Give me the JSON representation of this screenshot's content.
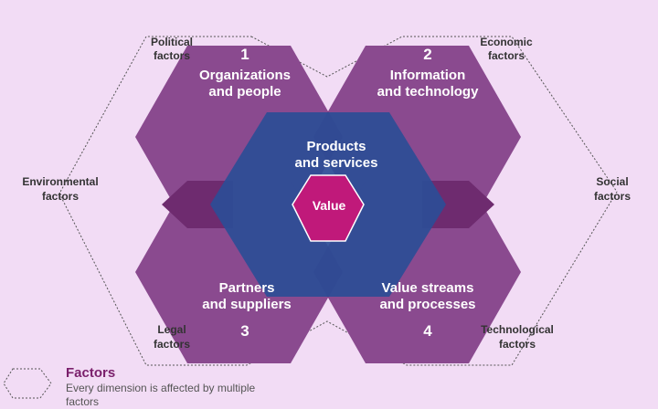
{
  "colors": {
    "background": "#f2dcf5",
    "hex_fill": "#8a4a8f",
    "overlap_fill": "#6e2b6f",
    "center_fill": "#2b4d96",
    "value_fill": "#c0197a",
    "factor_text": "#333333",
    "outline": "#555555"
  },
  "dimensions": [
    {
      "number": "1",
      "label_line1": "Organizations",
      "label_line2": "and people"
    },
    {
      "number": "2",
      "label_line1": "Information",
      "label_line2": "and technology"
    },
    {
      "number": "3",
      "label_line1": "Partners",
      "label_line2": "and suppliers"
    },
    {
      "number": "4",
      "label_line1": "Value streams",
      "label_line2": "and processes"
    }
  ],
  "center": {
    "line1": "Products",
    "line2": "and services"
  },
  "value": {
    "label": "Value"
  },
  "factors": {
    "political": {
      "line1": "Political",
      "line2": "factors"
    },
    "economic": {
      "line1": "Economic",
      "line2": "factors"
    },
    "environmental": {
      "line1": "Environmental",
      "line2": "factors"
    },
    "social": {
      "line1": "Social",
      "line2": "factors"
    },
    "legal": {
      "line1": "Legal",
      "line2": "factors"
    },
    "technological": {
      "line1": "Technological",
      "line2": "factors"
    }
  },
  "legend": {
    "title": "Factors",
    "description": "Every dimension is affected by multiple factors"
  }
}
